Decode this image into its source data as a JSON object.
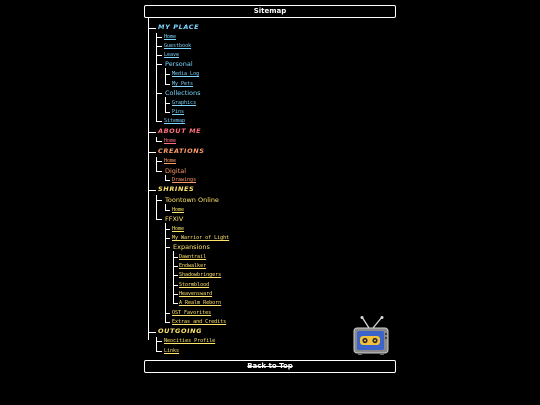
{
  "header": {
    "title": "Sitemap"
  },
  "footer": {
    "back_to_top": "Back to Top"
  },
  "colors": {
    "my_place": "#7cd6ff",
    "about_me": "#ff6e7c",
    "creations": "#ff9a66",
    "shrines": "#ffe46a",
    "outgoing": "#ffe46a"
  },
  "my_place": {
    "label": "MY PLACE",
    "home": "Home",
    "guestbook": "Guestbook",
    "leave": "Leave",
    "personal": {
      "label": "Personal",
      "media_log": "Media Log",
      "my_pets": "My Pets"
    },
    "collections": {
      "label": "Collections",
      "graphics": "Graphics",
      "pins": "Pins"
    },
    "sitemap": "Sitemap"
  },
  "about_me": {
    "label": "ABOUT ME",
    "home": "Home"
  },
  "creations": {
    "label": "CREATIONS",
    "home": "Home",
    "digital": {
      "label": "Digital",
      "drawings": "Drawings"
    }
  },
  "shrines": {
    "label": "SHRINES",
    "toontown": {
      "label": "Toontown Online",
      "home": "Home"
    },
    "ffxiv": {
      "label": "FFXIV",
      "home": "Home",
      "warrior_of_light": "My Warrior of Light",
      "expansions": {
        "label": "Expansions",
        "items": [
          "Dawntrail",
          "Endwalker",
          "Shadowbringers",
          "Stormblood",
          "Heavensward",
          "A Realm Reborn"
        ]
      },
      "ost_favorites": "OST Favorites",
      "extras": "Extras and Credits"
    }
  },
  "outgoing": {
    "label": "OUTGOING",
    "neocities": "Neocities Profile",
    "links": "Links"
  },
  "icons": {
    "tv": "retro-tv-icon"
  }
}
